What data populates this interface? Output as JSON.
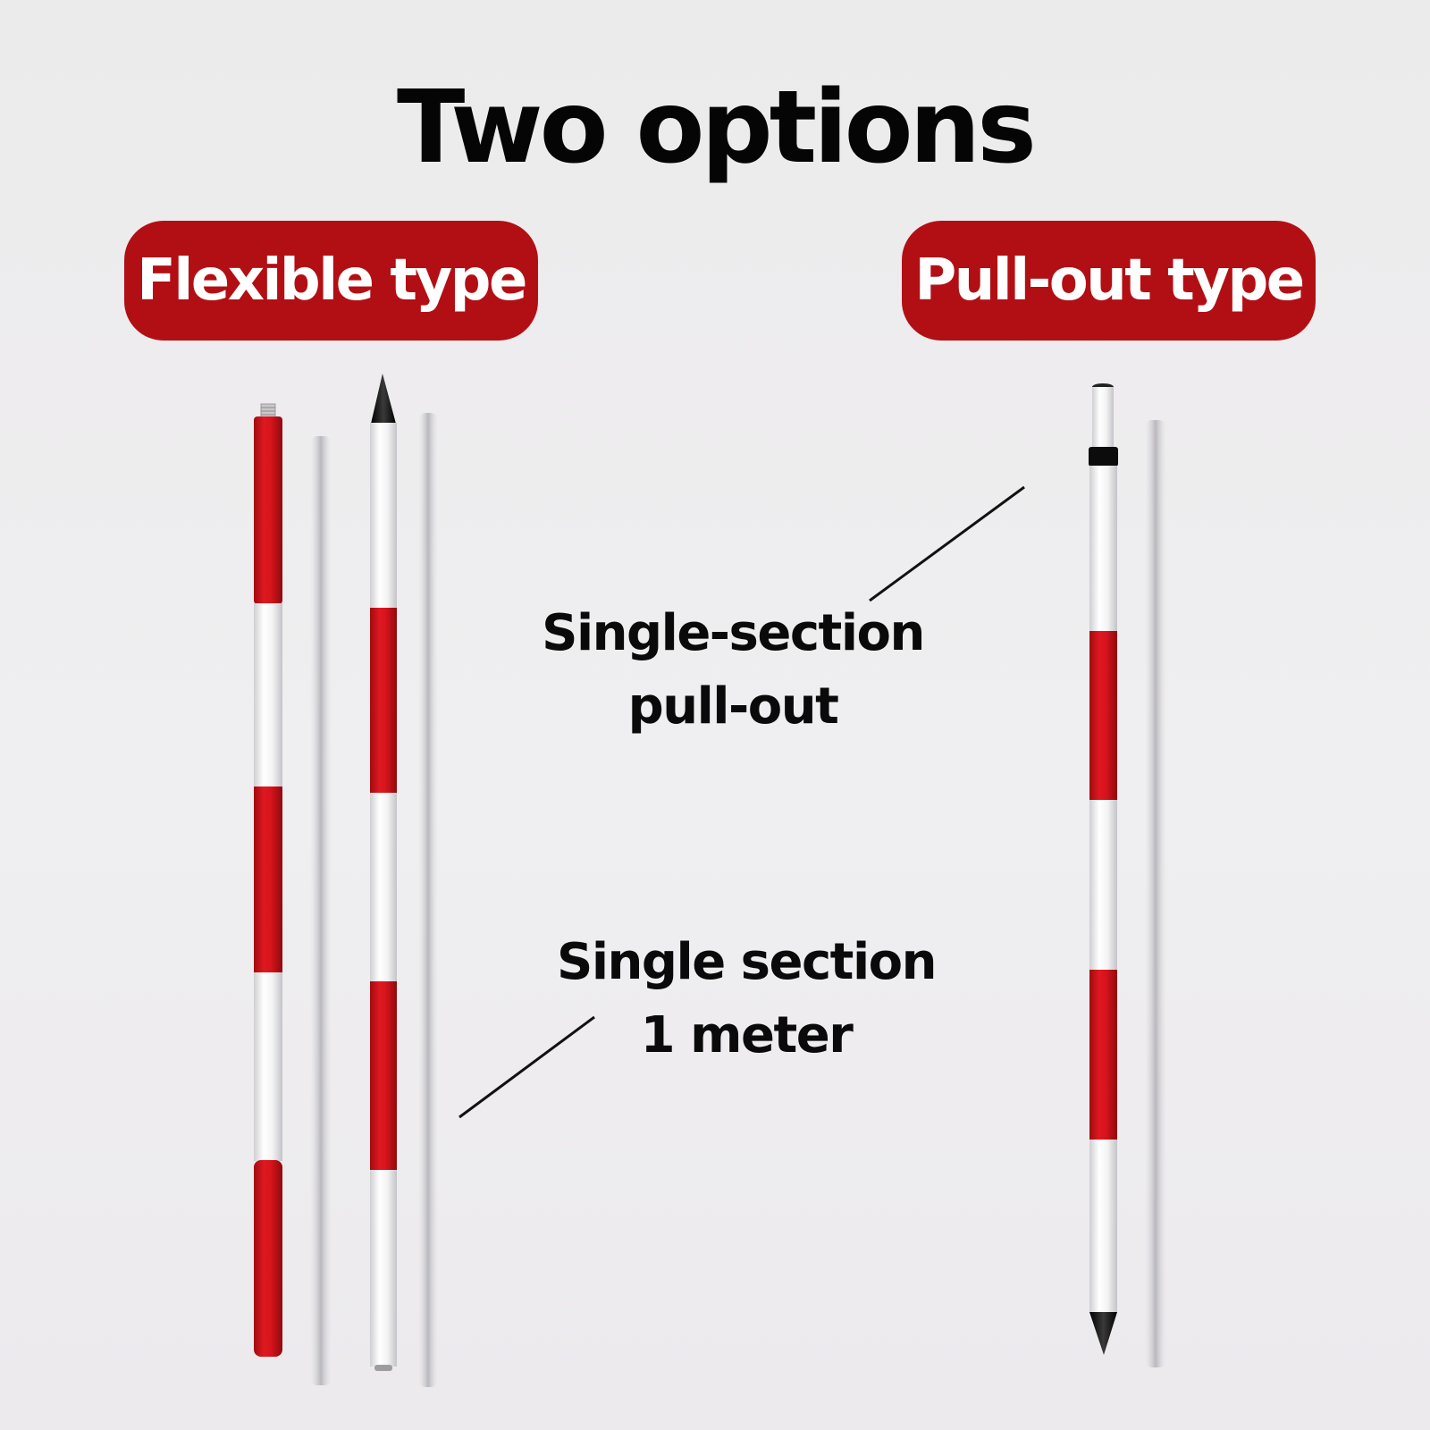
{
  "header": {
    "title": "Two options"
  },
  "badges": {
    "left": "Flexible type",
    "right": "Pull-out type"
  },
  "callouts": {
    "pullout": {
      "line1": "Single-section",
      "line2": "pull-out"
    },
    "length": {
      "line1": "Single section",
      "line2": "1 meter"
    }
  },
  "colors": {
    "badge": "#b20f15",
    "rod_red": "#d8141c",
    "rod_white": "#f6f6f6",
    "tip": "#111111",
    "title": "#050505"
  }
}
